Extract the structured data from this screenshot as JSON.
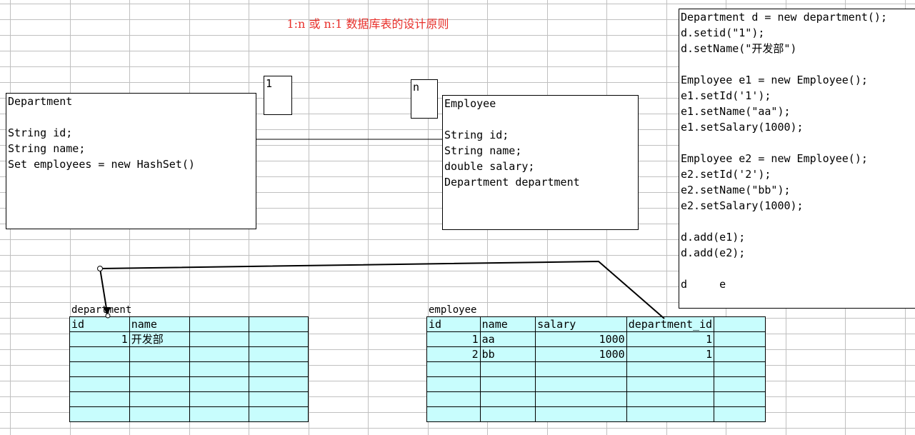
{
  "title": "1:n 或 n:1 数据库表的设计原则",
  "department_class": {
    "lines": [
      "Department",
      "",
      "String id;",
      "String name;",
      "Set employees = new HashSet()"
    ]
  },
  "employee_class": {
    "lines": [
      "Employee",
      "",
      "String id;",
      "String name;",
      "double salary;",
      "Department department"
    ]
  },
  "multiplicity": {
    "one": "1",
    "many": "n"
  },
  "department_table": {
    "label": "department",
    "headers": [
      "id",
      "name",
      "",
      ""
    ],
    "rows": [
      [
        "1",
        "开发部",
        "",
        ""
      ],
      [
        "",
        "",
        "",
        ""
      ],
      [
        "",
        "",
        "",
        ""
      ],
      [
        "",
        "",
        "",
        ""
      ],
      [
        "",
        "",
        "",
        ""
      ],
      [
        "",
        "",
        "",
        ""
      ]
    ]
  },
  "employee_table": {
    "label": "employee",
    "headers": [
      "id",
      "name",
      "salary",
      "department_id",
      ""
    ],
    "rows": [
      [
        "1",
        "aa",
        "1000",
        "1",
        ""
      ],
      [
        "2",
        "bb",
        "1000",
        "1",
        ""
      ],
      [
        "",
        "",
        "",
        "",
        ""
      ],
      [
        "",
        "",
        "",
        "",
        ""
      ],
      [
        "",
        "",
        "",
        "",
        ""
      ],
      [
        "",
        "",
        "",
        "",
        ""
      ]
    ]
  },
  "code": {
    "lines": [
      "Department d = new department();",
      "d.setid(\"1\");",
      "d.setName(\"开发部\")",
      "",
      "Employee e1 = new Employee();",
      "e1.setId('1');",
      "e1.setName(\"aa\");",
      "e1.setSalary(1000);",
      "",
      "Employee e2 = new Employee();",
      "e2.setId('2');",
      "e2.setName(\"bb\");",
      "e2.setSalary(1000);",
      "",
      "d.add(e1);",
      "d.add(e2);",
      "",
      "d     e"
    ]
  },
  "colors": {
    "title": "#e8302b",
    "table_fill": "#c8fdfd",
    "grid": "#c0c0c0"
  }
}
